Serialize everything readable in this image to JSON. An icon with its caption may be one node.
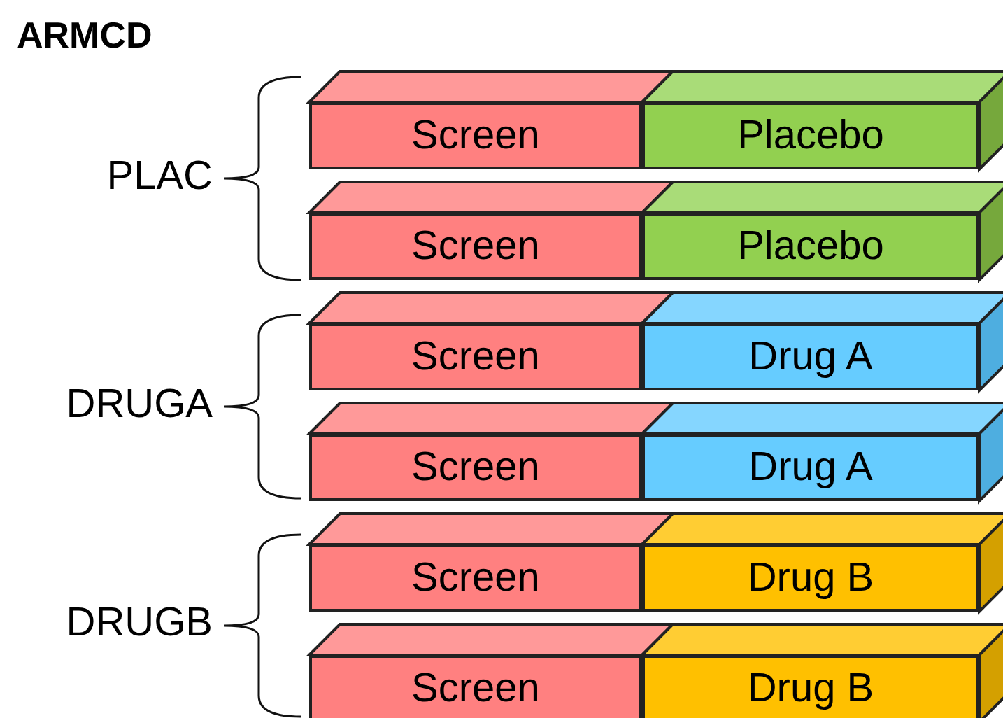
{
  "diagram": {
    "title": "ARMCD",
    "nodes": [
      {
        "text": [
          "Screen"
        ]
      },
      {
        "text": [
          "Placebo"
        ]
      },
      {
        "text": [
          "Screen"
        ]
      },
      {
        "text": [
          "Placebo"
        ]
      },
      {
        "text": [
          "Screen"
        ]
      },
      {
        "text": [
          "Drug A"
        ]
      },
      {
        "text": [
          "Screen"
        ]
      },
      {
        "text": [
          "Drug A"
        ]
      },
      {
        "text": [
          "Screen"
        ]
      },
      {
        "text": [
          "Drug B"
        ]
      },
      {
        "text": [
          "Screen"
        ]
      },
      {
        "text": [
          "Drug B"
        ]
      }
    ],
    "labels": [
      "PLAC",
      "DRUGA",
      "DRUGB"
    ]
  }
}
